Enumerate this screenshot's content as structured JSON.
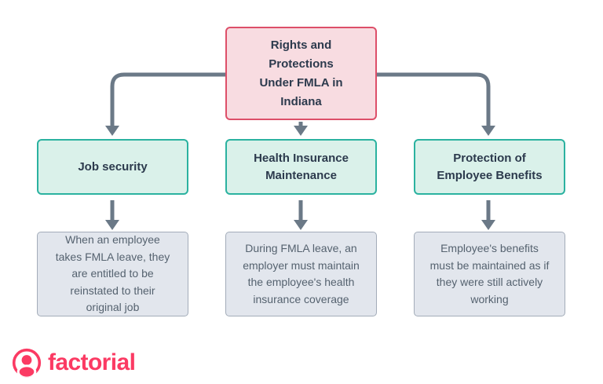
{
  "colors": {
    "background": "#FFFFFF",
    "root_fill": "#F8DCE1",
    "root_border": "#DD4F69",
    "branch_fill": "#DAF1EA",
    "branch_border": "#2BB2A0",
    "desc_fill": "#E2E6ED",
    "desc_border": "#A3ACB9",
    "arrow": "#6B7987",
    "heading": "#2C3A4D",
    "body_text": "#55626F",
    "brand": "#FB3A63"
  },
  "diagram": {
    "root": {
      "title": "Rights and Protections Under FMLA in Indiana"
    },
    "branches": [
      {
        "title": "Job security",
        "description": "When an employee takes FMLA leave, they are entitled to be reinstated to their original job"
      },
      {
        "title": "Health Insurance Maintenance",
        "description": "During FMLA leave, an employer must maintain the employee's health insurance coverage"
      },
      {
        "title": "Protection of Employee Benefits",
        "description": "Employee's benefits must be maintained as if they were still actively working"
      }
    ]
  },
  "footer": {
    "brand": "factorial",
    "logo_icon": "person-in-circle-icon"
  }
}
